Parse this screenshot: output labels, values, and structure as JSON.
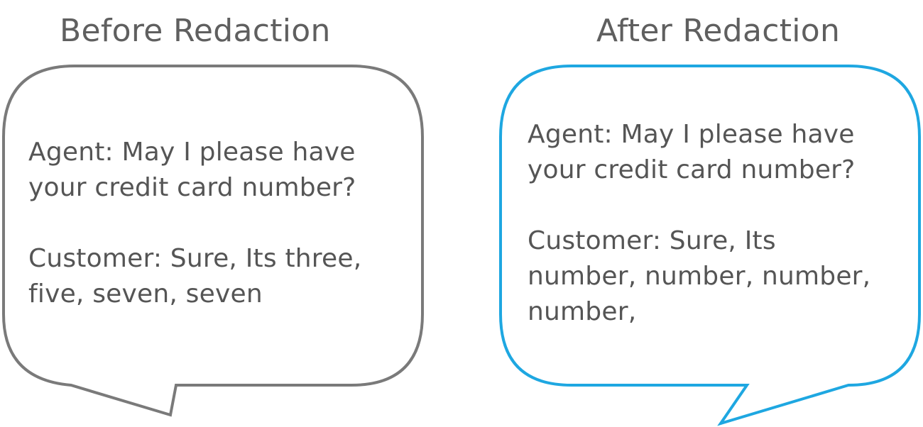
{
  "headings": {
    "before": "Before Redaction",
    "after": "After Redaction"
  },
  "before": {
    "agent_lines": [
      "Agent: May I please have",
      "your credit card number?"
    ],
    "customer_lines": [
      "Customer: Sure, Its three,",
      "five, seven, seven"
    ]
  },
  "after": {
    "agent_lines": [
      "Agent: May I please have",
      "your credit card number?"
    ],
    "customer_lines": [
      "Customer: Sure, Its",
      "number, number, number,",
      "number,"
    ]
  },
  "colors": {
    "before_outline": "#7a7a7a",
    "after_outline": "#1ea7e1",
    "text": "#555555"
  }
}
